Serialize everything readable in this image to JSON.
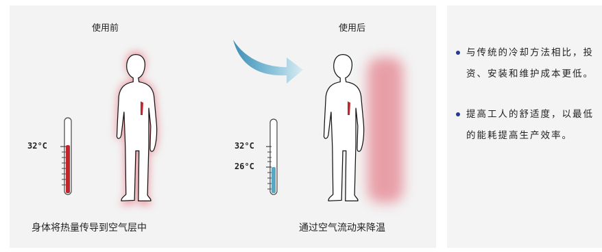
{
  "before": {
    "title": "使用前",
    "caption": "身体将热量传导到空气层中",
    "temperature": "32°C"
  },
  "after": {
    "title": "使用后",
    "caption": "通过空气流动来降温",
    "temperature_high": "32°C",
    "temperature_low": "26°C"
  },
  "benefits": [
    "与传统的冷却方法相比，投资、安装和维护成本更低。",
    "提高工人的舒适度，以最低的能耗提高生产效率。"
  ],
  "colors": {
    "heat_red": "#c0272d",
    "cool_blue": "#5aa7c4",
    "bullet_navy": "#243b8f",
    "panel_bg": "#f3f3f3"
  }
}
